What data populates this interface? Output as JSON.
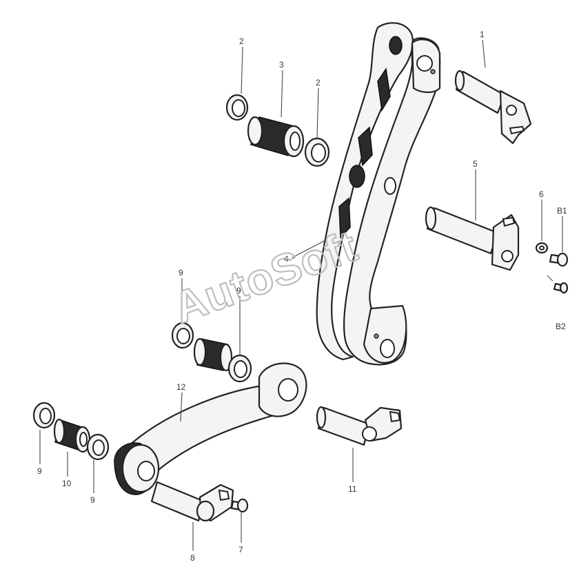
{
  "diagram": {
    "watermark": "AutoSoft",
    "callouts": {
      "c1": "1",
      "c2a": "2",
      "c3": "3",
      "c2b": "2",
      "c5": "5",
      "c6": "6",
      "cB1": "B1",
      "cB2": "B2",
      "c4": "4",
      "c9a": "9",
      "c12": "12",
      "c9b": "9",
      "c10": "10",
      "c9c": "9",
      "c11": "11",
      "c8": "8",
      "c7": "7"
    }
  }
}
